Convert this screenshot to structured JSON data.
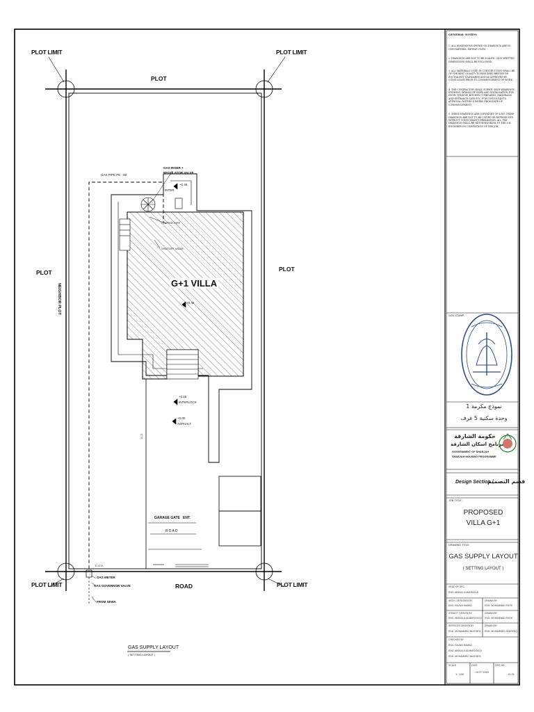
{
  "labels": {
    "plot_limit_tl": "PLOT LIMIT",
    "plot_limit_tr": "PLOT LIMIT",
    "plot_limit_bl": "PLOT LIMIT",
    "plot_limit_br": "PLOT LIMIT",
    "plot_top": "PLOT",
    "plot_left": "PLOT",
    "plot_right": "PLOT",
    "neighbor_plot": "NEIGHBOR PLOT",
    "gas_pipe": "GAS PIPE PE - 80",
    "gas_riser": "GAS RISER +",
    "regulator": "REGULATOR VALVE",
    "inter": "INTER",
    "level_1": "+0.45",
    "copper_pipe": "COPPER PIPE",
    "shutoff_valve": "SHUTOFF VALVE",
    "villa": "G+1 VILLA",
    "villa_level": "+0.45",
    "interlock_1": "INTERLOCK",
    "level_2": "+0.15",
    "level_3": "+0.00",
    "interlock_2": "ASPHALT",
    "dim": "17.0",
    "garage_gate": "GARAGE GATE",
    "ent": "ENT.",
    "road_inner": "ROAD",
    "road": "ROAD",
    "gas_meter": "GAS METER",
    "gas_governor": "GAS GOVERNOR VALVE",
    "from_sewa": "FROM SEWA",
    "cover": "C.O.V.",
    "layout_title": "GAS SUPPLY LAYOUT",
    "layout_sub": "( SETTING LAYOUT )"
  },
  "notes": {
    "heading": "GENERAL NOTES:",
    "items": [
      "1. ALL DIMENSIONS SHOWN ON DRAWINGS ARE IN CENTIMETERS, METRIC UNITS.",
      "2. DRAWINGS ARE NOT TO BE SCALED. ONLY WRITTEN DIMENSIONS SHALL BE FOLLOWED.",
      "3. ALL MATERIALS USED IN CONSTRUCTION SHALL BE OF THE BEST QUALITY TO REQUIRED BRITISH OR EQUIVALENT STANDARDS AND AS APPROVED BY CONSULTANT PRIOR TO COMMENCEMENT OF WORK.",
      "4. THE CONTRACTOR SHALL SUBMIT SHOP DRAWINGS SHOWING DETAILS OF SIZES AND INSTALLATION FOR DOOR, WINDOW, KITCHEN CUPBOARDS, HANDRAILS AND ENTRANCE GATE ETC. FOR CONSULTANT'S APPROVAL (WITHIN 4 WEEKS FROM DATE OF COMMENCEMENT).",
      "5. THESE DRAWINGS ARE COPYRIGHT OF S.H.P. THESE DRAWINGS ARE NOT TO BE COPIED OR REPRODUCED WITHOUT CONSULTANT'S PERMISSION. ALL THE DRAWINGS SHALL BE RETURNED BACK TO THE S.H. ENGINEER ON COMPLETION OF THE JOB."
    ]
  },
  "title_block": {
    "stamp_label": "GOV STAMP:",
    "model_ar_1": "نموذج مكرمة 1",
    "model_ar_2": "وحدة سكنية 5 غرف",
    "gov_ar": "حكومة الشارقة",
    "program_ar": "برنامج اسكان الشارقة",
    "gov_en": "GOVERNMENT OF SHARJAH",
    "program_en": "SHARJAH HOUSING PROGRAMME",
    "design_section": "Design Section /",
    "design_section_ar": "قسم التصميم",
    "job_title_label": "JOB TITLE:",
    "job_title_1": "PROPOSED",
    "job_title_2": "VILLA G+1",
    "drawing_title_label": "DRAWING TITLE:",
    "drawing_title": "GAS SUPPLY LAYOUT",
    "drawing_sub": "( SETTING LAYOUT )",
    "rows": [
      {
        "l1": "HEAD OF SEC.",
        "l2": "ENG. ABDULLA MAHMOUD",
        "r1": "",
        "r2": ""
      },
      {
        "l1": "ARCH. DESIGNED BY",
        "l2": "ENG. RAZAN HAMAD",
        "r1": "DRAWN BY",
        "r2": "ENG. MOHAMMAD FATHI"
      },
      {
        "l1": "STRUCT. DESIGN BY",
        "l2": "ENG. ABDULLA ALMARZOOQI",
        "r1": "DRAWN BY",
        "r2": "ENG. MOHAMMAD FATHI"
      },
      {
        "l1": "SERVICES DESIGN BY",
        "l2": "ENG. MOHAMMED MUSTAFA",
        "r1": "DRAWN BY",
        "r2": "ENG. MOHAMMED SHAFEEQ"
      }
    ],
    "checked_label": "CHECKED BY",
    "checked": [
      "ENG. RAZAN HAMAD",
      "ENG. ABDULLA ALMARZOOQI",
      "ENG. MOHAMMED MUSTAFA"
    ],
    "scale_label": "SCALE",
    "scale": "1 : 100",
    "date_label": "DATE",
    "date": "OCT. 2022",
    "drg_label": "DRG NO.",
    "drg": "G-01"
  }
}
